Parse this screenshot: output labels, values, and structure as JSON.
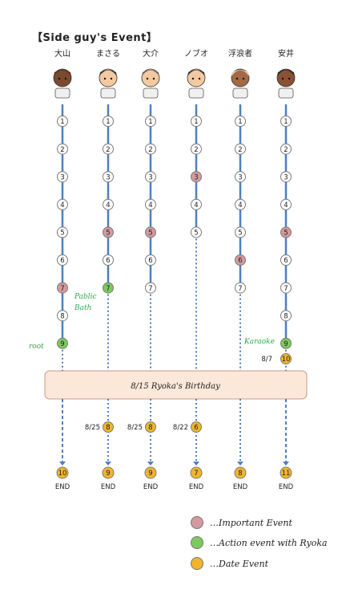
{
  "title": "【Side guy's Event】",
  "colors": {
    "line": "#4f7fbf",
    "important": "#d49a9e",
    "action": "#7dc95e",
    "date": "#f0b52c",
    "node_border": "#7a7a7a",
    "banner_fill": "#fce8d8",
    "banner_border": "#c99a84",
    "green_text": "#2fa94f"
  },
  "columns": [
    {
      "name": "大山",
      "avatar": "portrait-bald-dark-man",
      "nodes": [
        {
          "label": "1",
          "type": "normal"
        },
        {
          "label": "2",
          "type": "normal"
        },
        {
          "label": "3",
          "type": "normal"
        },
        {
          "label": "4",
          "type": "normal"
        },
        {
          "label": "5",
          "type": "normal"
        },
        {
          "label": "6",
          "type": "normal"
        },
        {
          "label": "7",
          "type": "important"
        },
        {
          "label": "8",
          "type": "normal"
        },
        {
          "label": "9",
          "type": "action"
        }
      ],
      "side_note": "root",
      "date_event": null,
      "end": {
        "label": "10",
        "type": "date"
      }
    },
    {
      "name": "まさる",
      "avatar": "portrait-dark-hair-young-man",
      "nodes": [
        {
          "label": "1",
          "type": "normal"
        },
        {
          "label": "2",
          "type": "normal"
        },
        {
          "label": "3",
          "type": "normal"
        },
        {
          "label": "4",
          "type": "normal"
        },
        {
          "label": "5",
          "type": "important"
        },
        {
          "label": "6",
          "type": "normal"
        },
        {
          "label": "7",
          "type": "action"
        }
      ],
      "side_note": "Pablic\nBath",
      "date_event": {
        "date": "8/25",
        "label": "8"
      },
      "end": {
        "label": "9",
        "type": "date"
      }
    },
    {
      "name": "大介",
      "avatar": "portrait-short-hair-man",
      "nodes": [
        {
          "label": "1",
          "type": "normal"
        },
        {
          "label": "2",
          "type": "normal"
        },
        {
          "label": "3",
          "type": "normal"
        },
        {
          "label": "4",
          "type": "normal"
        },
        {
          "label": "5",
          "type": "important"
        },
        {
          "label": "6",
          "type": "normal"
        },
        {
          "label": "7",
          "type": "normal"
        }
      ],
      "side_note": "",
      "date_event": {
        "date": "8/25",
        "label": "8"
      },
      "end": {
        "label": "9",
        "type": "date"
      }
    },
    {
      "name": "ノブオ",
      "avatar": "portrait-long-hair-man",
      "nodes": [
        {
          "label": "1",
          "type": "normal"
        },
        {
          "label": "2",
          "type": "normal"
        },
        {
          "label": "3",
          "type": "important"
        },
        {
          "label": "4",
          "type": "normal"
        },
        {
          "label": "5",
          "type": "normal"
        }
      ],
      "side_note": "",
      "date_event": {
        "date": "8/22",
        "label": "6"
      },
      "end": {
        "label": "7",
        "type": "date"
      }
    },
    {
      "name": "浮浪者",
      "avatar": "portrait-bearded-old-man",
      "nodes": [
        {
          "label": "1",
          "type": "normal"
        },
        {
          "label": "2",
          "type": "normal"
        },
        {
          "label": "3",
          "type": "normal"
        },
        {
          "label": "4",
          "type": "normal"
        },
        {
          "label": "5",
          "type": "normal"
        },
        {
          "label": "6",
          "type": "important"
        },
        {
          "label": "7",
          "type": "normal"
        }
      ],
      "side_note": "",
      "date_event": null,
      "end": {
        "label": "8",
        "type": "date"
      }
    },
    {
      "name": "安井",
      "avatar": "portrait-mohawk-man",
      "nodes": [
        {
          "label": "1",
          "type": "normal"
        },
        {
          "label": "2",
          "type": "normal"
        },
        {
          "label": "3",
          "type": "normal"
        },
        {
          "label": "4",
          "type": "normal"
        },
        {
          "label": "5",
          "type": "important"
        },
        {
          "label": "6",
          "type": "normal"
        },
        {
          "label": "7",
          "type": "normal"
        },
        {
          "label": "8",
          "type": "normal"
        },
        {
          "label": "9",
          "type": "action"
        }
      ],
      "side_note": "Karaoke",
      "date_event": {
        "date": "8/7",
        "label": "10"
      },
      "end": {
        "label": "11",
        "type": "date"
      }
    }
  ],
  "banner": "8/15 Ryoka's Birthday",
  "end_label": "END",
  "legend": [
    {
      "type": "important",
      "text": "…Important Event"
    },
    {
      "type": "action",
      "text": "…Action event with Ryoka"
    },
    {
      "type": "date",
      "text": "…Date Event"
    }
  ]
}
